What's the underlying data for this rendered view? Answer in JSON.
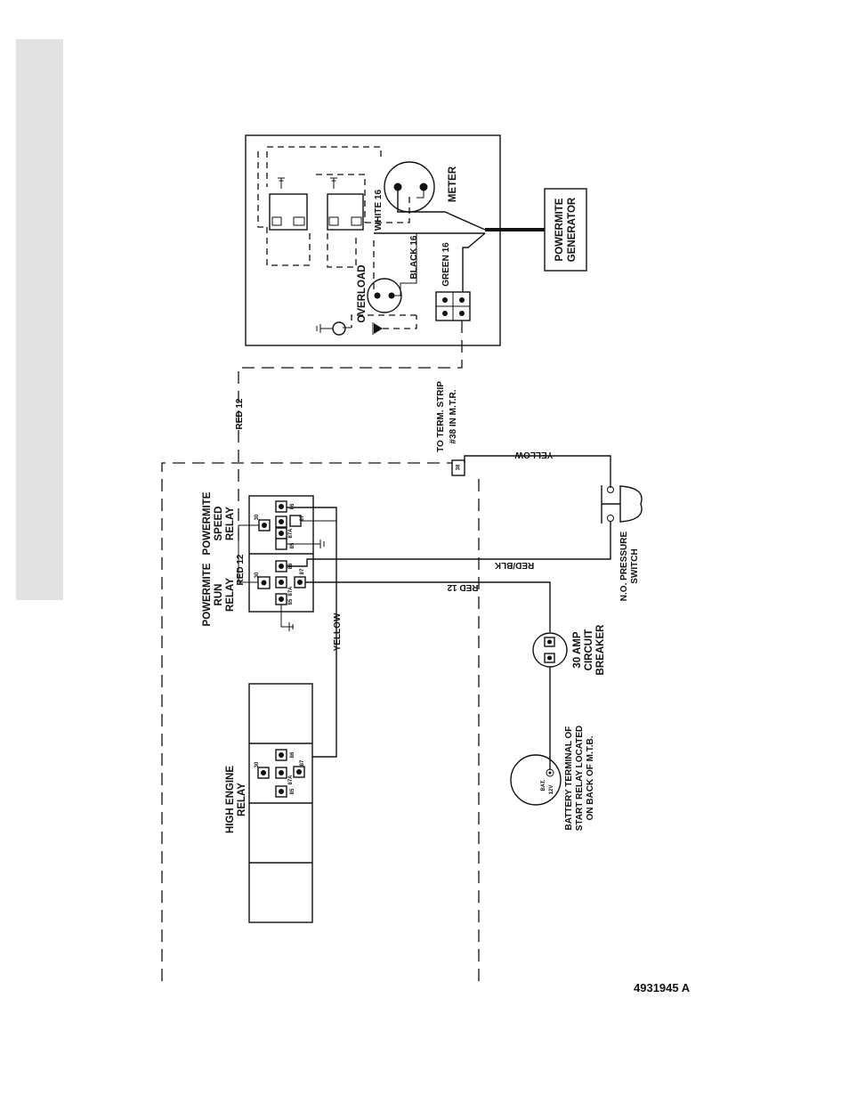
{
  "labels": {
    "meter": "METER",
    "generator_line1": "POWERMITE",
    "generator_line2": "GENERATOR",
    "white16": "WHITE 16",
    "black16": "BLACK 16",
    "green16": "GREEN 16",
    "overload": "OVERLOAD",
    "red12_top": "RED 12",
    "term_strip_line1": "TO TERM. STRIP",
    "term_strip_line2": "#38 IN M.T.R.",
    "terminal_38": "38",
    "yellow_top": "YELLOW",
    "speed_relay_line1": "POWERMITE",
    "speed_relay_line2": "SPEED",
    "speed_relay_line3": "RELAY",
    "run_relay_line1": "POWERMITE",
    "run_relay_line2": "RUN",
    "run_relay_line3": "RELAY",
    "red12_run": "RED 12",
    "red_blk": "RED/BLK",
    "red12_cb": "RED 12",
    "pressure_switch_line1": "N.O. PRESSURE",
    "pressure_switch_line2": "SWITCH",
    "yellow_left": "YELLOW",
    "cb_line1": "30 AMP",
    "cb_line2": "CIRCUIT",
    "cb_line3": "BREAKER",
    "high_engine_line1": "HIGH ENGINE",
    "high_engine_line2": "RELAY",
    "battery_line1": "BATTERY TERMINAL OF",
    "battery_line2": "START RELAY LOCATED",
    "battery_line3": "ON BACK OF M.T.B.",
    "bat": "BAT.",
    "bat_v": "12V",
    "pin_86": "86",
    "pin_30": "30",
    "pin_87a": "87A",
    "pin_87": "87",
    "pin_85": "85",
    "part_number": "4931945 A"
  }
}
